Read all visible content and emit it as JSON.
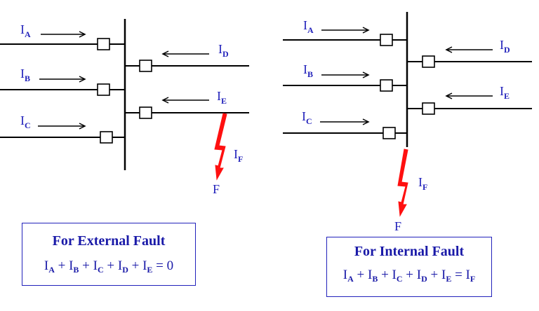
{
  "left": {
    "currents": [
      {
        "sym": "I",
        "sub": "A"
      },
      {
        "sym": "I",
        "sub": "B"
      },
      {
        "sym": "I",
        "sub": "C"
      },
      {
        "sym": "I",
        "sub": "D"
      },
      {
        "sym": "I",
        "sub": "E"
      }
    ],
    "fault_current": {
      "sym": "I",
      "sub": "F"
    },
    "fault_label": "F",
    "box_title": "For External Fault",
    "equation": {
      "terms": [
        "A",
        "B",
        "C",
        "D",
        "E"
      ],
      "rhs": "0"
    }
  },
  "right": {
    "currents": [
      {
        "sym": "I",
        "sub": "A"
      },
      {
        "sym": "I",
        "sub": "B"
      },
      {
        "sym": "I",
        "sub": "C"
      },
      {
        "sym": "I",
        "sub": "D"
      },
      {
        "sym": "I",
        "sub": "E"
      }
    ],
    "fault_current": {
      "sym": "I",
      "sub": "F"
    },
    "fault_label": "F",
    "box_title": "For Internal Fault",
    "equation": {
      "terms": [
        "A",
        "B",
        "C",
        "D",
        "E"
      ],
      "rhs_sym": "I",
      "rhs_sub": "F"
    }
  },
  "symbols": {
    "plus": "+",
    "equals": "="
  },
  "colors": {
    "label": "#2222bb",
    "fault": "#ff1010",
    "line": "#000000"
  }
}
